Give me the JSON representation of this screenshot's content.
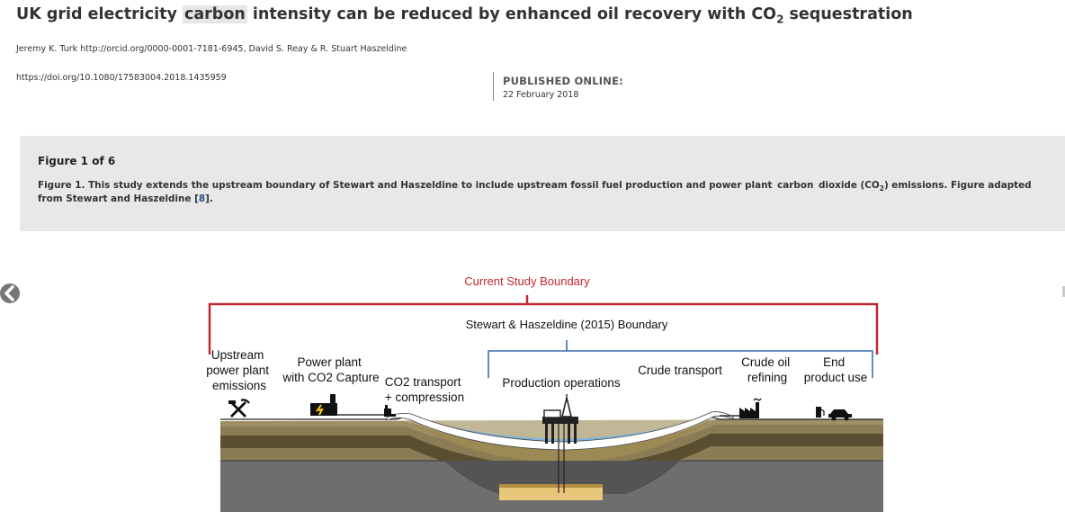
{
  "article": {
    "title_pre": "UK grid electricity ",
    "title_highlight": "carbon",
    "title_mid": " intensity can be reduced by enhanced oil recovery with CO",
    "title_sub": "2",
    "title_post": " sequestration",
    "authors": "Jeremy K. Turk http://orcid.org/0000-0001-7181-6945, David S. Reay & R. Stuart Haszeldine",
    "doi": "https://doi.org/10.1080/17583004.2018.1435959",
    "published_label": "PUBLISHED ONLINE:",
    "published_date": "22 February 2018"
  },
  "figure": {
    "counter": "Figure 1 of 6",
    "caption_pre": "Figure 1. This study extends the upstream boundary of Stewart and Haszeldine to include upstream fossil fuel production and power plant ",
    "caption_highlight": "carbon",
    "caption_mid": " dioxide (CO",
    "caption_sub": "2",
    "caption_post": ") emissions. Figure adapted from Stewart and Haszeldine [",
    "caption_ref": "8",
    "caption_end": "].",
    "diagram": {
      "current_boundary": "Current Study Boundary",
      "sh_boundary": "Stewart & Haszeldine (2015) Boundary",
      "upstream": [
        "Upstream",
        "power plant",
        "emissions"
      ],
      "power_plant": [
        "Power plant",
        "with CO2 Capture"
      ],
      "co2_transport": [
        "CO2 transport",
        "+ compression"
      ],
      "production": "Production operations",
      "crude_transport": "Crude transport",
      "refining": [
        "Crude oil",
        "refining"
      ],
      "end_use": [
        "End",
        "product use"
      ]
    }
  },
  "colors": {
    "boundary_red": "#c0282d",
    "boundary_blue": "#3a6fb5",
    "ground_top": "#8a7a50",
    "water": "#7fb4dd",
    "bedrock": "#6a6a6a",
    "reservoir": "#e8c77a"
  }
}
